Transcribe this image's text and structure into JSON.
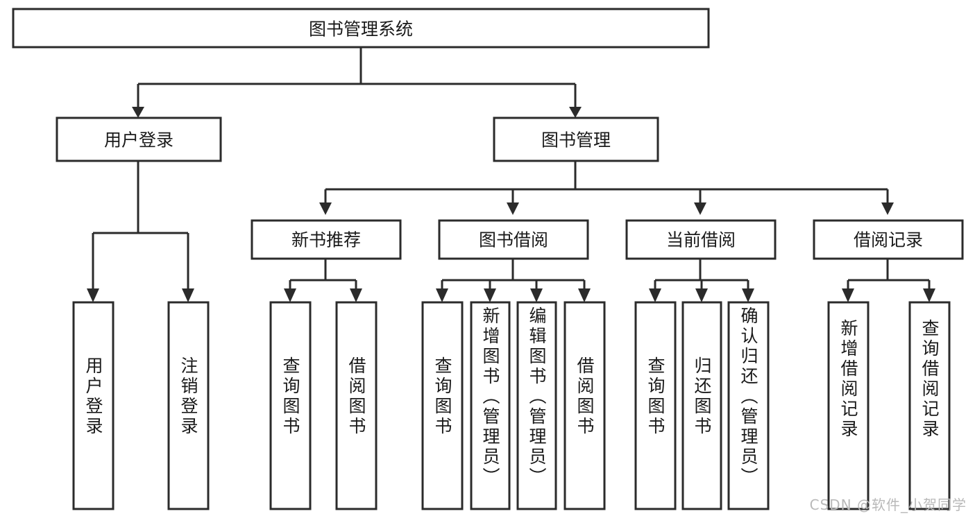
{
  "diagram": {
    "title": "图书管理系统",
    "type": "tree-hierarchy",
    "orientation": "top-down",
    "colors": {
      "box_fill": "#ffffff",
      "box_stroke": "#2b2b2b",
      "text": "#1a1a1a",
      "watermark": "#b9b9b9",
      "background": "#ffffff"
    },
    "root": {
      "label": "图书管理系统"
    },
    "level2": [
      {
        "label": "用户登录"
      },
      {
        "label": "图书管理"
      }
    ],
    "level3": [
      {
        "label": "新书推荐"
      },
      {
        "label": "图书借阅"
      },
      {
        "label": "当前借阅"
      },
      {
        "label": "借阅记录"
      }
    ],
    "leaves": {
      "user_login": [
        {
          "label": "用户登录"
        },
        {
          "label": "注销登录"
        }
      ],
      "new_book_recommend": [
        {
          "label": "查询图书"
        },
        {
          "label": "借阅图书"
        }
      ],
      "book_borrow": [
        {
          "label": "查询图书"
        },
        {
          "label": "新增图书（管理员）"
        },
        {
          "label": "编辑图书（管理员）"
        },
        {
          "label": "借阅图书"
        }
      ],
      "current_borrow": [
        {
          "label": "查询图书"
        },
        {
          "label": "归还图书"
        },
        {
          "label": "确认归还（管理员）"
        }
      ],
      "borrow_record": [
        {
          "label": "新增借阅记录"
        },
        {
          "label": "查询借阅记录"
        }
      ]
    }
  },
  "watermark": {
    "text": "CSDN @软件_小贺同学"
  }
}
